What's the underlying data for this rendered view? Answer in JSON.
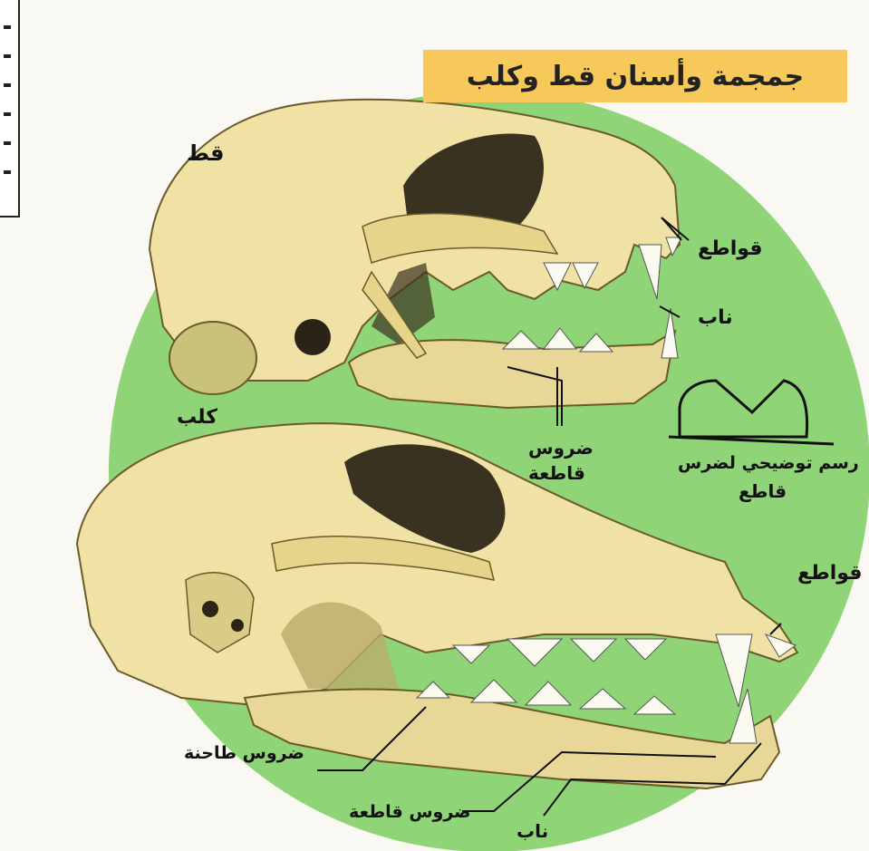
{
  "title": "جمجمة وأسنان قط وكلب",
  "labels": {
    "cat": "قط",
    "dog": "كلب",
    "cat_incisors": "قواطع",
    "cat_canine": "ناب",
    "cat_carnassial_line1": "ضروس",
    "cat_carnassial_line2": "قاطعة",
    "tooth_diagram_line1": "رسم توضيحي لضرس",
    "tooth_diagram_line2": "قاطع",
    "dog_incisors": "قواطع",
    "dog_molars": "ضروس طاحنة",
    "dog_carnassials": "ضروس قاطعة",
    "dog_canine": "ناب"
  },
  "colors": {
    "circle_green": "#8fd477",
    "bone": "#efe2a4",
    "shadow": "#3a3220",
    "banner": "#f6c95a"
  }
}
